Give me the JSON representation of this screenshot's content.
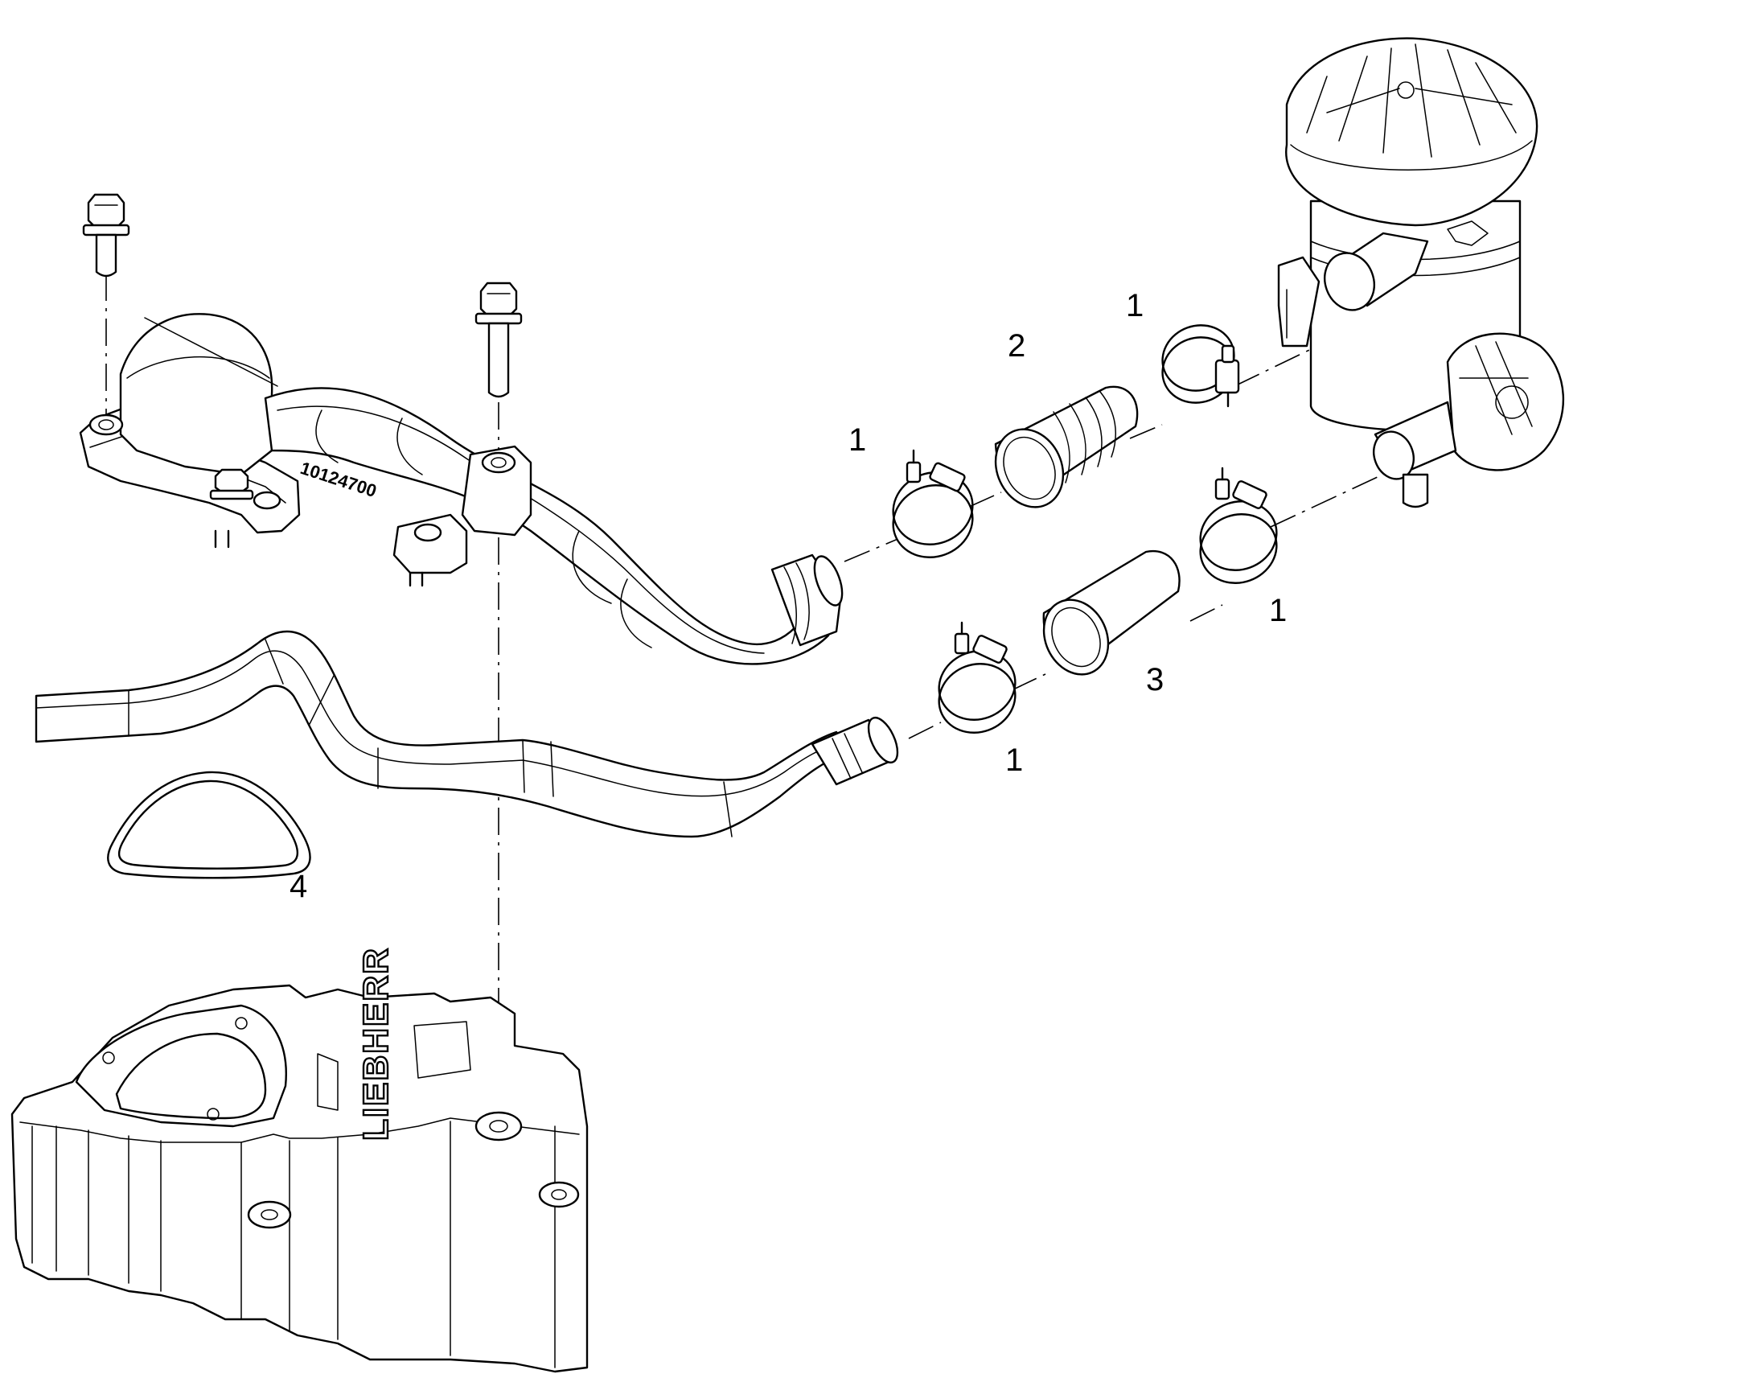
{
  "diagram": {
    "part_stamp": "10124700",
    "brand_text": "LIEBHERR",
    "callouts": [
      {
        "id": "clamp-top-right",
        "text": "1"
      },
      {
        "id": "hose-upper",
        "text": "2"
      },
      {
        "id": "clamp-upper-left",
        "text": "1"
      },
      {
        "id": "clamp-lower-right",
        "text": "1"
      },
      {
        "id": "hose-lower",
        "text": "3"
      },
      {
        "id": "clamp-lower-left",
        "text": "1"
      },
      {
        "id": "gasket",
        "text": "4"
      }
    ]
  }
}
